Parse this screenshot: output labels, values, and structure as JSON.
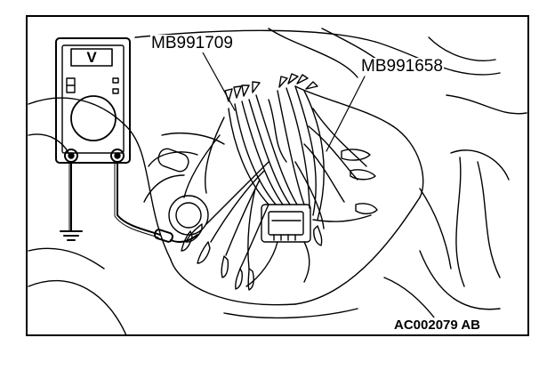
{
  "callouts": {
    "tool_a": "MB991709",
    "tool_b": "MB991658"
  },
  "figure_id": "AC002079 AB",
  "meter": {
    "display_symbol": "V"
  },
  "icons": [
    "voltmeter-icon",
    "ground-symbol-icon",
    "connector-icon",
    "alligator-clip-icon"
  ],
  "colors": {
    "ink": "#000000",
    "paper": "#ffffff"
  }
}
